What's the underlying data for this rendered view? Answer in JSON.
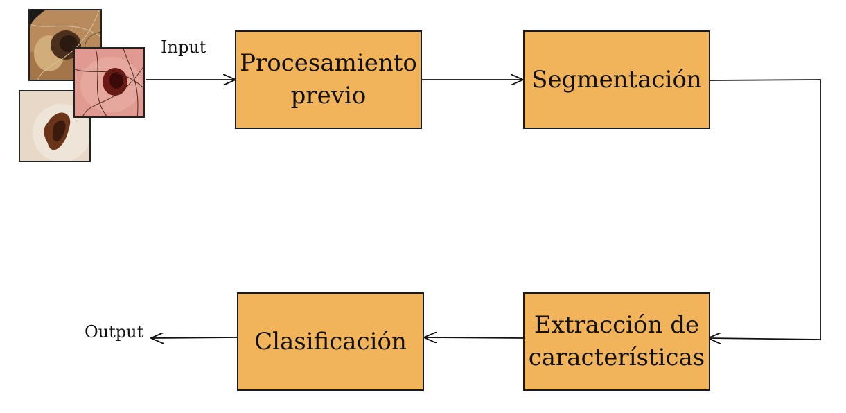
{
  "labels": {
    "input": "Input",
    "output": "Output"
  },
  "steps": {
    "preprocessing": {
      "line1": "Procesamiento",
      "line2": "previo"
    },
    "segmentation": {
      "line1": "Segmentación"
    },
    "feature_extraction": {
      "line1": "Extracción de",
      "line2": "características"
    },
    "classification": {
      "line1": "Clasificación"
    }
  },
  "colors": {
    "box_fill": "#f2b45a",
    "line": "#111111"
  },
  "icons": [
    "skin-lesion-image-1",
    "skin-lesion-image-2",
    "skin-lesion-image-3"
  ]
}
